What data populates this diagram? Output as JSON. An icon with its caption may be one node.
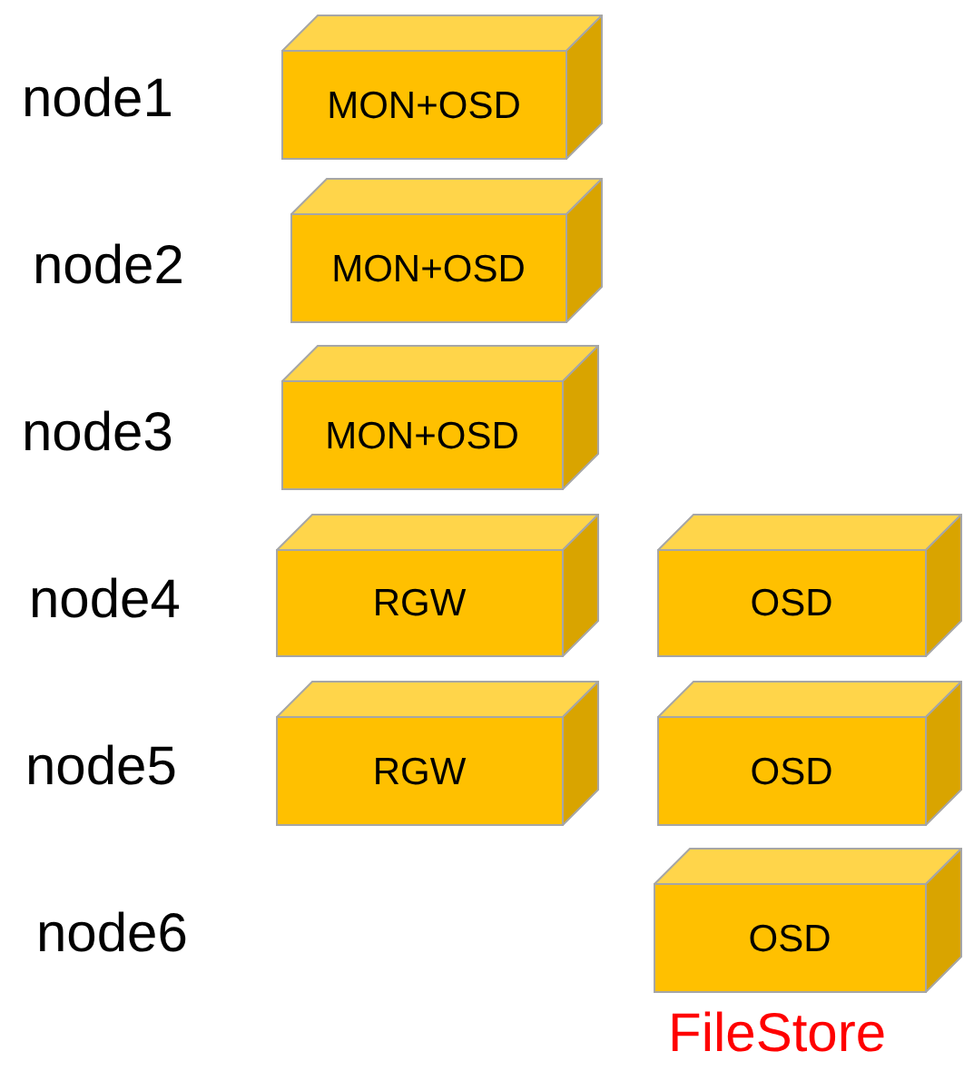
{
  "diagram": {
    "nodes": [
      {
        "text": [
          "MON+OSD"
        ]
      },
      {
        "text": [
          "MON+OSD"
        ]
      },
      {
        "text": [
          "MON+OSD"
        ]
      },
      {
        "text": [
          "RGW"
        ]
      },
      {
        "text": [
          "OSD"
        ]
      },
      {
        "text": [
          "RGW"
        ]
      },
      {
        "text": [
          "OSD"
        ]
      },
      {
        "text": [
          "OSD"
        ],
        "beside": [
          "FileStore"
        ]
      }
    ],
    "labels": [
      "node1",
      "node2",
      "node3",
      "node4",
      "node5",
      "node6"
    ]
  }
}
